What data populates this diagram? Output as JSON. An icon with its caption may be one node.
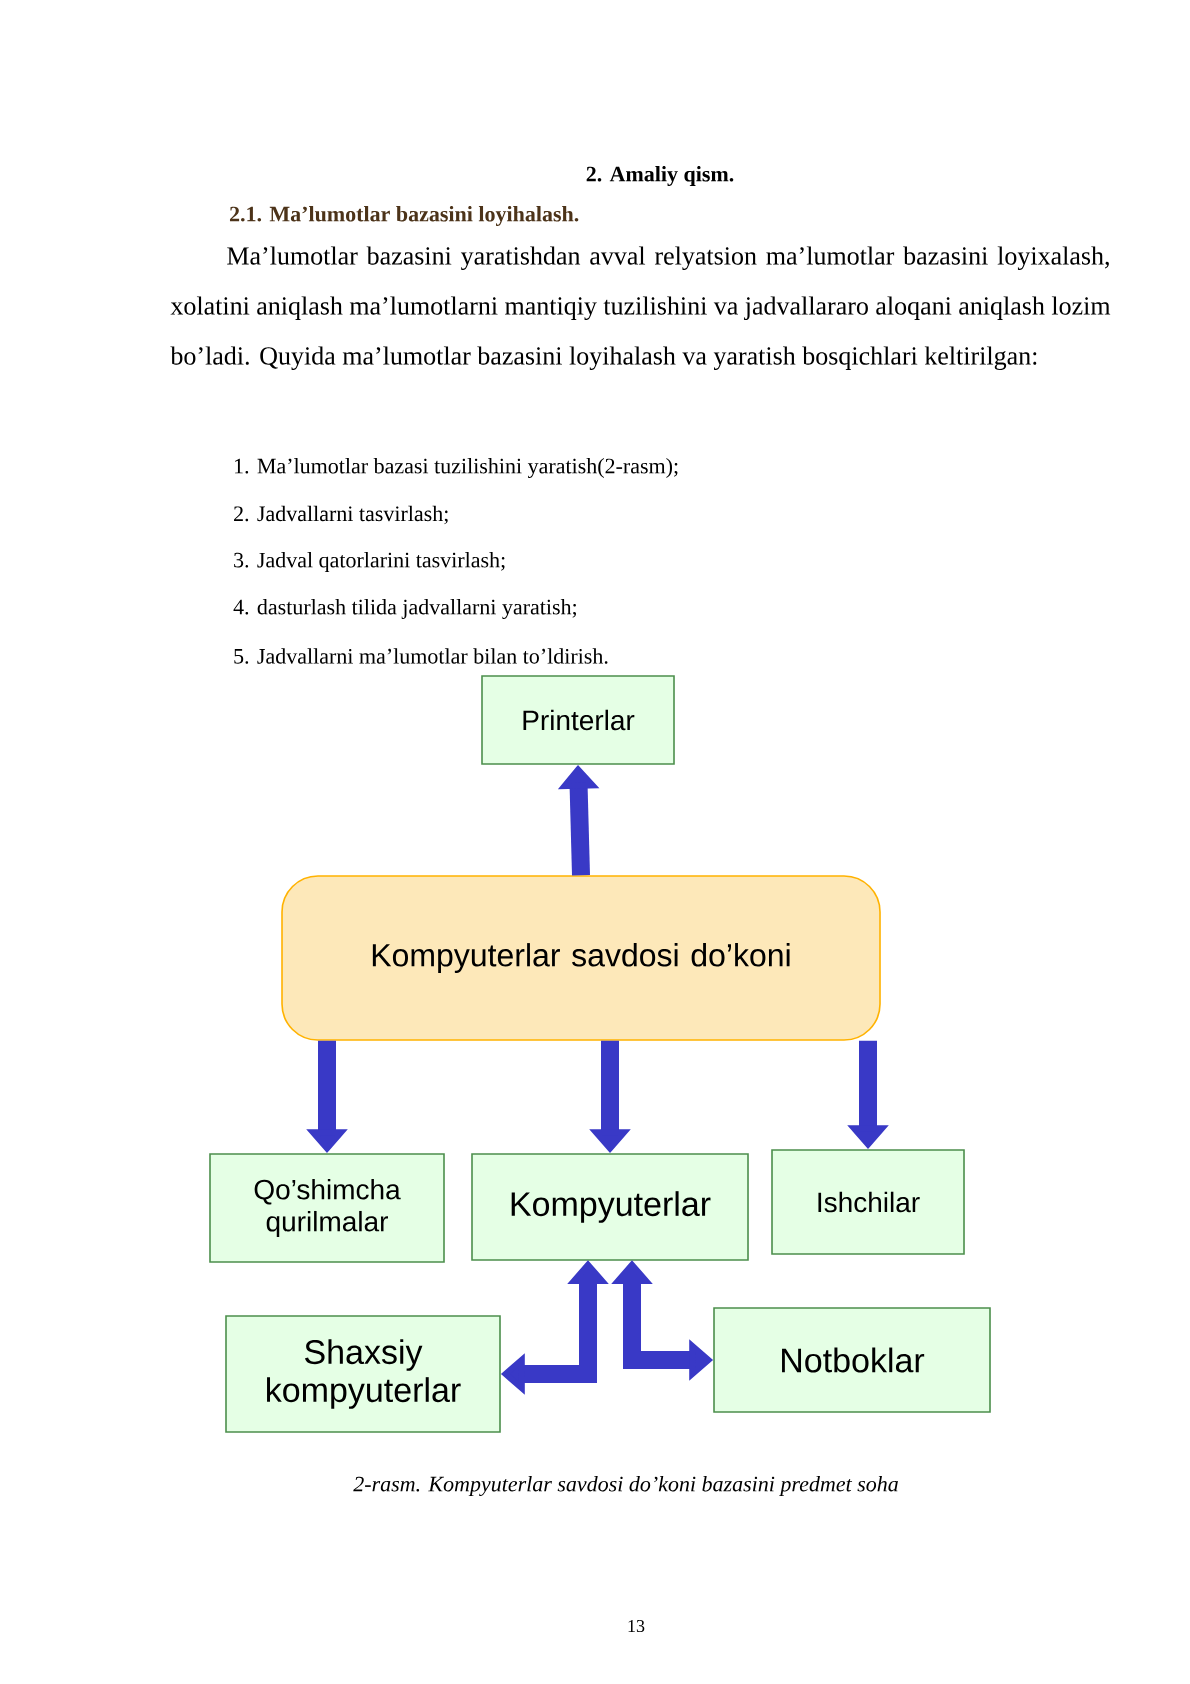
{
  "diagram": {
    "title": "2. Amaliy qism.",
    "caption": "2-rasm. Kompyuterlar savdosi do’koni bazasini predmet soha",
    "nodes": [
      {
        "text": [
          "Printerlar"
        ]
      },
      {
        "text": [
          "Kompyuterlar savdosi do’koni"
        ]
      },
      {
        "text": [
          "Qo’shimcha qurilmalar"
        ]
      },
      {
        "text": [
          "Kompyuterlar"
        ]
      },
      {
        "text": [
          "Ishchilar"
        ]
      },
      {
        "text": [
          "Shaxsiy kompyuterlar"
        ]
      },
      {
        "text": [
          "Notboklar"
        ]
      }
    ],
    "edges": [
      {
        "from": 1,
        "to": 0,
        "arrow": "to"
      },
      {
        "from": 1,
        "to": 2,
        "arrow": "to"
      },
      {
        "from": 1,
        "to": 3,
        "arrow": "to"
      },
      {
        "from": 1,
        "to": 4,
        "arrow": "to"
      },
      {
        "from": 3,
        "to": 5,
        "arrow": "both"
      },
      {
        "from": 3,
        "to": 6,
        "arrow": "both"
      }
    ],
    "labels": [
      "2.1. Ma’lumotlar bazasini loyihalash.",
      "Ma’lumotlar bazasini yaratishdan avval relyatsion ma’lumotlar bazasini loyixalash, xolatini aniqlash ma’lumotlarni mantiqiy tuzilishini va jadvallararo aloqani aniqlash lozim bo’ladi. Quyida ma’lumotlar bazasini loyihalash va yaratish bosqichlari keltirilgan:",
      "1. Ma’lumotlar bazasi tuzilishini yaratish(2-rasm);",
      "2. Jadvallarni tasvirlash;",
      "3. Jadval qatorlarini tasvirlash;",
      "4. dasturlash tilida jadvallarni yaratish;",
      "5. Jadvallarni ma’lumotlar bilan to’ldirish.",
      "13"
    ]
  }
}
